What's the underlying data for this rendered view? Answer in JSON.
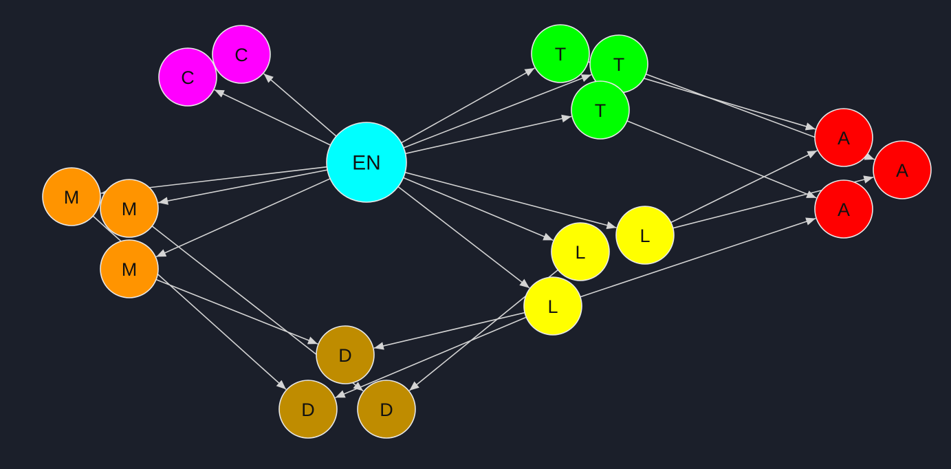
{
  "colors": {
    "background": "#1b1f2a",
    "edge": "#d4d4d4",
    "node_stroke": "#e8e8e8",
    "EN": "#00ffff",
    "C": "#ff00ff",
    "T": "#00ff00",
    "A": "#ff0000",
    "M": "#ff9400",
    "L": "#ffff00",
    "D": "#bf8c00"
  },
  "nodes": [
    {
      "id": "en",
      "label": "EN",
      "group": "EN"
    },
    {
      "id": "c1",
      "label": "C",
      "group": "C"
    },
    {
      "id": "c2",
      "label": "C",
      "group": "C"
    },
    {
      "id": "t1",
      "label": "T",
      "group": "T"
    },
    {
      "id": "t2",
      "label": "T",
      "group": "T"
    },
    {
      "id": "t3",
      "label": "T",
      "group": "T"
    },
    {
      "id": "a1",
      "label": "A",
      "group": "A"
    },
    {
      "id": "a2",
      "label": "A",
      "group": "A"
    },
    {
      "id": "a3",
      "label": "A",
      "group": "A"
    },
    {
      "id": "m1",
      "label": "M",
      "group": "M"
    },
    {
      "id": "m2",
      "label": "M",
      "group": "M"
    },
    {
      "id": "m3",
      "label": "M",
      "group": "M"
    },
    {
      "id": "l1",
      "label": "L",
      "group": "L"
    },
    {
      "id": "l2",
      "label": "L",
      "group": "L"
    },
    {
      "id": "l3",
      "label": "L",
      "group": "L"
    },
    {
      "id": "d1",
      "label": "D",
      "group": "D"
    },
    {
      "id": "d2",
      "label": "D",
      "group": "D"
    },
    {
      "id": "d3",
      "label": "D",
      "group": "D"
    }
  ],
  "edges": [
    {
      "from": "en",
      "to": "c1"
    },
    {
      "from": "en",
      "to": "c2"
    },
    {
      "from": "en",
      "to": "t1"
    },
    {
      "from": "en",
      "to": "t2"
    },
    {
      "from": "en",
      "to": "t3"
    },
    {
      "from": "en",
      "to": "m1"
    },
    {
      "from": "en",
      "to": "m2"
    },
    {
      "from": "en",
      "to": "m3"
    },
    {
      "from": "en",
      "to": "l1"
    },
    {
      "from": "en",
      "to": "l2"
    },
    {
      "from": "en",
      "to": "l3"
    },
    {
      "from": "t1",
      "to": "a1"
    },
    {
      "from": "t2",
      "to": "a2"
    },
    {
      "from": "t3",
      "to": "a3"
    },
    {
      "from": "l2",
      "to": "a1"
    },
    {
      "from": "l2",
      "to": "a2"
    },
    {
      "from": "l3",
      "to": "a3"
    },
    {
      "from": "l3",
      "to": "d1"
    },
    {
      "from": "l3",
      "to": "d2"
    },
    {
      "from": "l1",
      "to": "d3"
    },
    {
      "from": "m1",
      "to": "d2"
    },
    {
      "from": "m2",
      "to": "d3"
    },
    {
      "from": "m3",
      "to": "d1"
    }
  ]
}
